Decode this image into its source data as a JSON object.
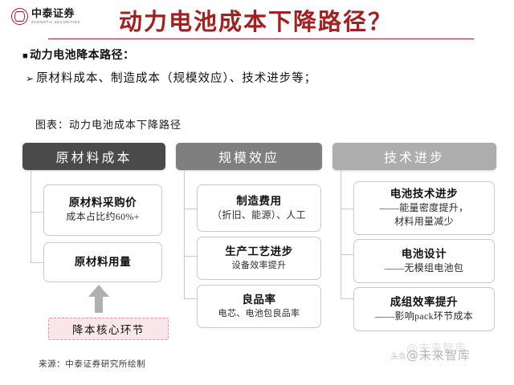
{
  "header": {
    "logo_cn": "中泰证券",
    "logo_en": "ZHONGTAI SECURITIES",
    "title": "动力电池成本下降路径？",
    "title_color": "#a32020"
  },
  "bullets": {
    "marker_square": "■",
    "line1": "动力电池降本路径：",
    "marker_triangle": "➢",
    "line2": "原材料成本、制造成本（规模效应）、技术进步等；"
  },
  "figure_caption": "图表：动力电池成本下降路径",
  "diagram": {
    "columns": [
      {
        "header": "原材料成本",
        "header_color": "#4a4a4a",
        "nodes": [
          {
            "title": "原材料采购价",
            "sub": "成本占比约60%+"
          },
          {
            "title": "原材料用量",
            "sub": ""
          }
        ]
      },
      {
        "header": "规模效应",
        "header_color": "#7f7f7f",
        "nodes": [
          {
            "title": "制造费用",
            "sub": "（折旧、能源）、人工"
          },
          {
            "title": "生产工艺进步",
            "sub": "设备效率提升"
          },
          {
            "title": "良品率",
            "sub": "电芯、电池包良品率"
          }
        ]
      },
      {
        "header": "技术进步",
        "header_color": "#adadad",
        "nodes": [
          {
            "title": "电池技术进步",
            "sub": "——能量密度提升，",
            "sub2": "材料用量减少"
          },
          {
            "title": "电池设计",
            "sub": "——无模组电池包"
          },
          {
            "title": "成组效率提升",
            "sub": "——影响pack环节成本"
          }
        ]
      }
    ],
    "callout": "降本核心环节",
    "callout_bg": "#f8e6e8",
    "callout_border": "#d79aa6"
  },
  "source": "来源：中泰证券研究所绘制",
  "watermark": {
    "prefix": "头条",
    "handle": "@未来智库"
  }
}
